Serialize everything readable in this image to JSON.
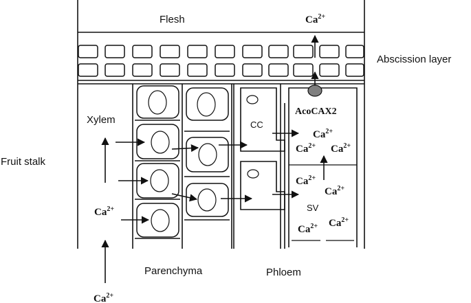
{
  "labels": {
    "flesh": "Flesh",
    "abscission_layer": "Abscission layer",
    "xylem": "Xylem",
    "fruit_stalk": "Fruit stalk",
    "parenchyma": "Parenchyma",
    "phloem": "Phloem",
    "cc": "CC",
    "sv": "SV",
    "transporter": "AcoCAX2"
  },
  "ion": {
    "base": "Ca",
    "charge": "2+"
  },
  "colors": {
    "line": "#111111",
    "transporter": "#7f7f7f",
    "background": "#ffffff"
  }
}
